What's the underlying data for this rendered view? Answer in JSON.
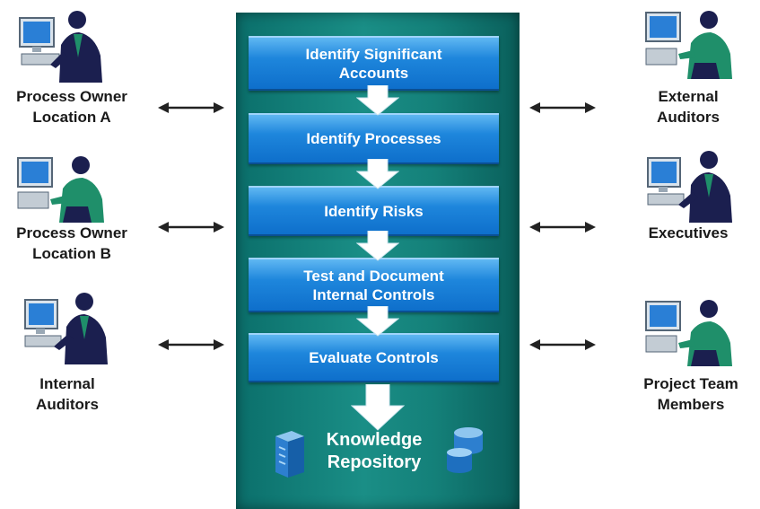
{
  "process_steps": [
    {
      "lines": [
        "Identify Significant",
        "Accounts"
      ]
    },
    {
      "lines": [
        "Identify Processes"
      ]
    },
    {
      "lines": [
        "Identify Risks"
      ]
    },
    {
      "lines": [
        "Test and Document",
        "Internal Controls"
      ]
    },
    {
      "lines": [
        "Evaluate Controls"
      ]
    }
  ],
  "repository": {
    "lines": [
      "Knowledge",
      "Repository"
    ]
  },
  "left_actors": [
    {
      "lines": [
        "Process Owner",
        "Location A"
      ],
      "icon": "person-at-computer-icon"
    },
    {
      "lines": [
        "Process Owner",
        "Location B"
      ],
      "icon": "person-at-computer-icon"
    },
    {
      "lines": [
        "Internal",
        "Auditors"
      ],
      "icon": "person-at-computer-icon"
    }
  ],
  "right_actors": [
    {
      "lines": [
        "External",
        "Auditors"
      ],
      "icon": "person-at-computer-icon"
    },
    {
      "lines": [
        "Executives"
      ],
      "icon": "person-at-computer-icon"
    },
    {
      "lines": [
        "Project Team",
        "Members"
      ],
      "icon": "person-at-computer-icon"
    }
  ],
  "colors": {
    "column": "#148079",
    "step": "#1e86dc",
    "arrow": "#ffffff",
    "label": "#1a1a1a",
    "suit": "#1b1f4f",
    "shirt": "#1f8f6a",
    "monitor": "#2a7fd6"
  }
}
